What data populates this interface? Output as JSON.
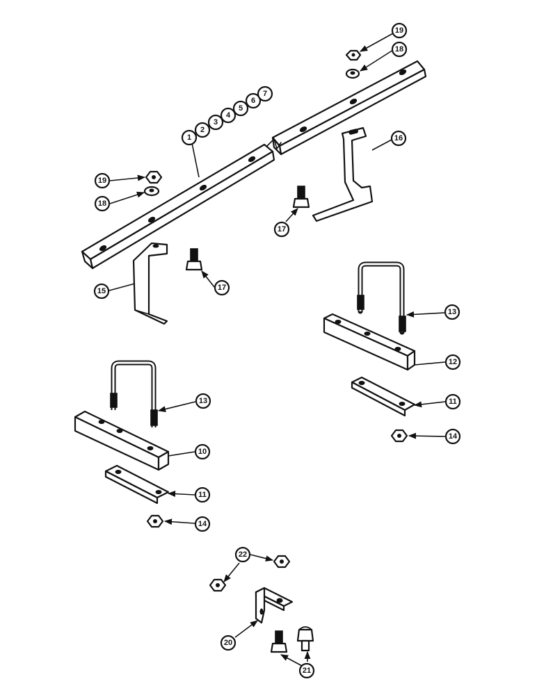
{
  "callouts": [
    {
      "id": "c19a",
      "label": "19"
    },
    {
      "id": "c18a",
      "label": "18"
    },
    {
      "id": "c1",
      "label": "1"
    },
    {
      "id": "c2",
      "label": "2"
    },
    {
      "id": "c3",
      "label": "3"
    },
    {
      "id": "c4",
      "label": "4"
    },
    {
      "id": "c5",
      "label": "5"
    },
    {
      "id": "c6",
      "label": "6"
    },
    {
      "id": "c7",
      "label": "7"
    },
    {
      "id": "c16",
      "label": "16"
    },
    {
      "id": "c19b",
      "label": "19"
    },
    {
      "id": "c18b",
      "label": "18"
    },
    {
      "id": "c17a",
      "label": "17"
    },
    {
      "id": "c15",
      "label": "15"
    },
    {
      "id": "c17b",
      "label": "17"
    },
    {
      "id": "c13a",
      "label": "13"
    },
    {
      "id": "c12",
      "label": "12"
    },
    {
      "id": "c11a",
      "label": "11"
    },
    {
      "id": "c14a",
      "label": "14"
    },
    {
      "id": "c13b",
      "label": "13"
    },
    {
      "id": "c10",
      "label": "10"
    },
    {
      "id": "c11b",
      "label": "11"
    },
    {
      "id": "c14b",
      "label": "14"
    },
    {
      "id": "c22",
      "label": "22"
    },
    {
      "id": "c20",
      "label": "20"
    },
    {
      "id": "c21",
      "label": "21"
    }
  ]
}
